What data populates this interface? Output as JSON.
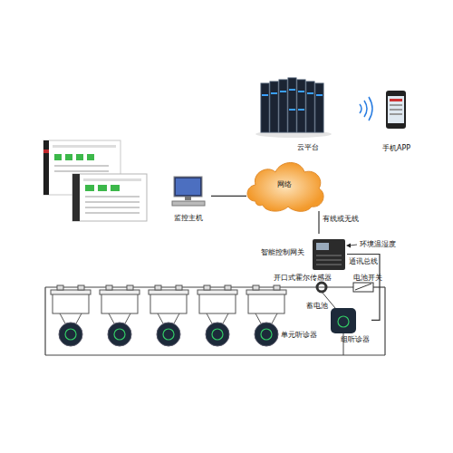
{
  "diagram": {
    "nodes": [
      {
        "text": [
          "云平台"
        ]
      },
      {
        "text": [
          "手机APP"
        ]
      },
      {
        "text": [
          "网络"
        ]
      },
      {
        "text": [
          "监控主机"
        ]
      },
      {
        "text": [
          "智能控制网关"
        ]
      },
      {
        "text": [
          "组听诊器"
        ]
      }
    ],
    "edges": [
      {
        "from": 3,
        "to": 2,
        "arrow": "none"
      },
      {
        "from": 2,
        "to": 4,
        "label": "有线或无线",
        "arrow": "none"
      },
      {
        "from": 4,
        "to": 5,
        "label": "通讯总线",
        "arrow": "none"
      }
    ],
    "labels": [
      "环境温湿度",
      "开口式霍尔传感器",
      "电池开关",
      "蓄电池",
      "单元听诊器"
    ]
  }
}
